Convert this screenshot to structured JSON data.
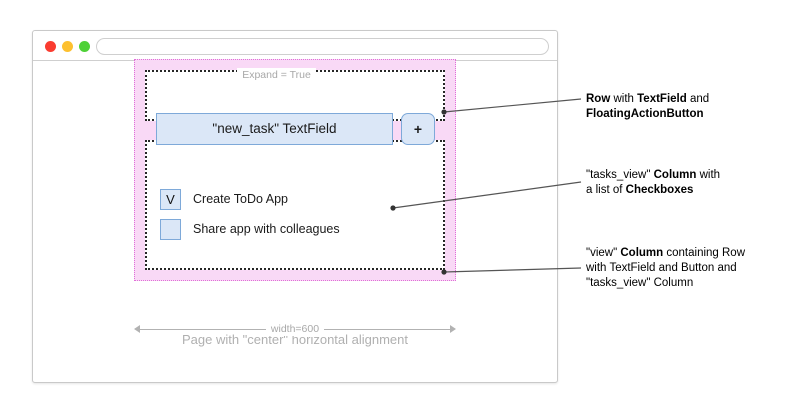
{
  "window": {
    "traffic_lights": [
      {
        "name": "close",
        "color": "#fa3c30"
      },
      {
        "name": "minimize",
        "color": "#fdc02f"
      },
      {
        "name": "maximize",
        "color": "#4ed137"
      }
    ],
    "url_value": "",
    "url_placeholder": ""
  },
  "dimensions": {
    "expand": "Expand = True",
    "width": "width=600"
  },
  "app": {
    "textfield_label": "\"new_task\" TextField",
    "fab_label": "+",
    "tasks": [
      {
        "checked": true,
        "check_glyph": "V",
        "label": "Create ToDo App"
      },
      {
        "checked": false,
        "check_glyph": "",
        "label": "Share app with colleagues"
      }
    ]
  },
  "page_caption": "Page with \"center\" horizontal alignment",
  "annotations": [
    {
      "id": "row-annotation",
      "lines": [
        [
          {
            "t": "Row",
            "b": true
          },
          {
            "t": " with ",
            "b": false
          },
          {
            "t": "TextField",
            "b": true
          },
          {
            "t": " and",
            "b": false
          }
        ],
        [
          {
            "t": "FloatingActionButton",
            "b": true
          }
        ]
      ]
    },
    {
      "id": "tasks-view-annotation",
      "lines": [
        [
          {
            "t": "\"tasks_view\" ",
            "b": false
          },
          {
            "t": "Column",
            "b": true
          },
          {
            "t": " with",
            "b": false
          }
        ],
        [
          {
            "t": "a list of ",
            "b": false
          },
          {
            "t": "Checkboxes",
            "b": true
          }
        ]
      ]
    },
    {
      "id": "view-column-annotation",
      "lines": [
        [
          {
            "t": "\"view\" ",
            "b": false
          },
          {
            "t": "Column",
            "b": true
          },
          {
            "t": " containing Row",
            "b": false
          }
        ],
        [
          {
            "t": "with TextField and Button and",
            "b": false
          }
        ],
        [
          {
            "t": "\"tasks_view\" Column",
            "b": false
          }
        ]
      ]
    }
  ],
  "colors": {
    "pink_fill": "#f9d9f6",
    "pink_border": "#e06fd8",
    "control_fill": "#dbe7f7",
    "control_border": "#7ea9d9",
    "dim_gray": "#b2b2b2",
    "caption_gray": "#b0b0b0"
  }
}
